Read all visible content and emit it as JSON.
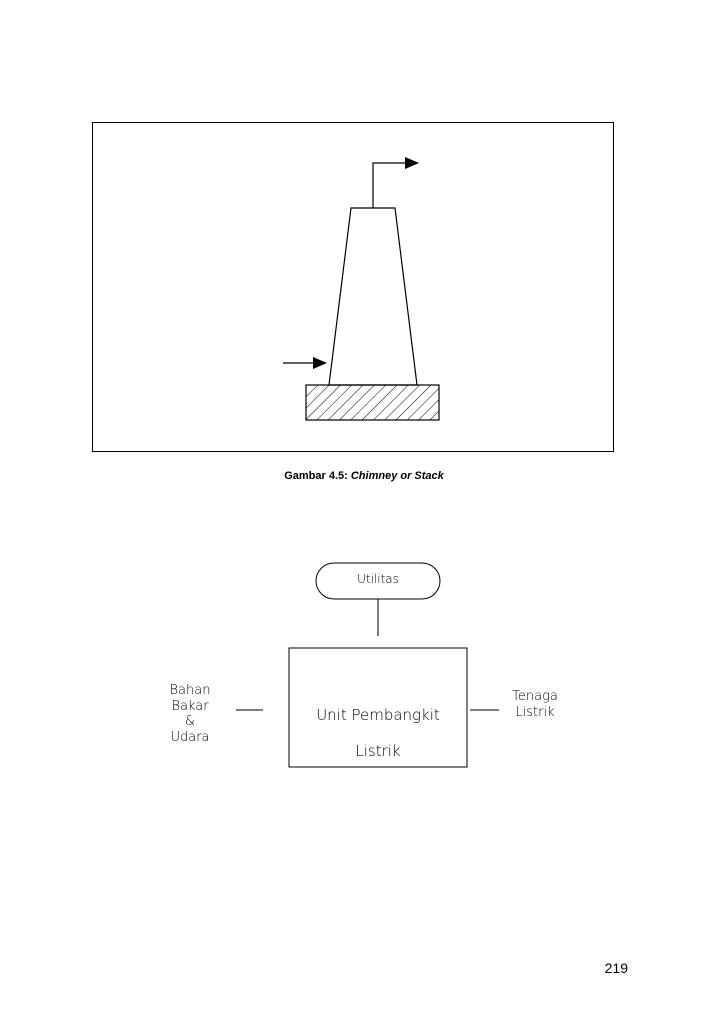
{
  "figure1": {
    "caption_prefix": "Gambar 4.5: ",
    "caption_title": "Chimney or Stack"
  },
  "figure2": {
    "utilitas": "Utilitas",
    "unit_line1": "Unit Pembangkit",
    "unit_line2": "Listrik",
    "input_label": "Bahan Bakar\n&\nUdara",
    "output_label": "Tenaga\nListrik"
  },
  "page_number": "219"
}
